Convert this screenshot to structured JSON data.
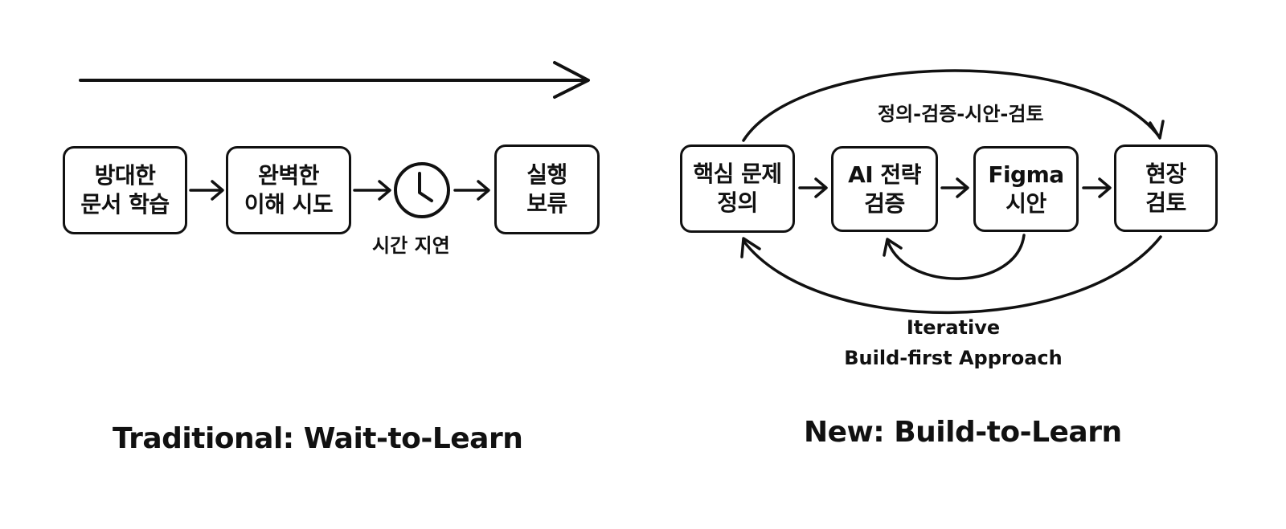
{
  "traditional": {
    "boxes": [
      {
        "line1": "방대한",
        "line2": "문서 학습"
      },
      {
        "line1": "완벽한",
        "line2": "이해 시도"
      },
      {
        "line1": "실행",
        "line2": "보류"
      }
    ],
    "clock_label": "시간 지연",
    "title": "Traditional: Wait-to-Learn"
  },
  "new": {
    "boxes": [
      {
        "line1": "핵심 문제",
        "line2": "정의"
      },
      {
        "line1": "AI 전략",
        "line2": "검증"
      },
      {
        "line1": "Figma",
        "line2": "시안"
      },
      {
        "line1": "현장",
        "line2": "검토"
      }
    ],
    "top_loop_label": "정의-검증-시안-검토",
    "bottom_label_line1": "Iterative",
    "bottom_label_line2": "Build-first Approach",
    "title": "New: Build-to-Learn"
  },
  "icons": {
    "clock": "clock-icon",
    "timeline_arrow": "long-arrow-right-icon"
  },
  "colors": {
    "ink": "#111111",
    "background": "#ffffff"
  }
}
